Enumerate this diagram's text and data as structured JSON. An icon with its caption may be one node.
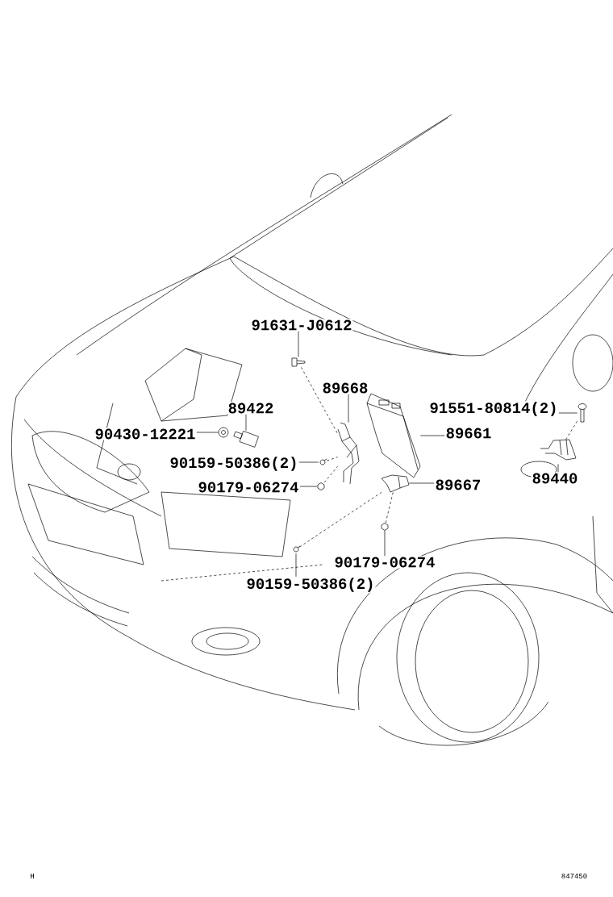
{
  "diagram": {
    "nodes": [
      {
        "text": [
          "91631-J0612"
        ]
      },
      {
        "text": [],
        "shape": "picture"
      },
      {
        "text": [
          "89668"
        ]
      },
      {
        "text": [],
        "shape": "picture"
      },
      {
        "text": [
          "89422"
        ]
      },
      {
        "text": [],
        "shape": "picture"
      },
      {
        "text": [
          "90430-12221"
        ]
      },
      {
        "text": [],
        "shape": "picture"
      },
      {
        "text": [
          "90159-50386(2)"
        ]
      },
      {
        "text": [],
        "shape": "picture"
      },
      {
        "text": [
          "90179-06274"
        ]
      },
      {
        "text": [],
        "shape": "picture"
      },
      {
        "text": [
          "91551-80814(2)"
        ]
      },
      {
        "text": [],
        "shape": "picture"
      },
      {
        "text": [
          "89661"
        ]
      },
      {
        "text": [],
        "shape": "picture"
      },
      {
        "text": [
          "89667"
        ]
      },
      {
        "text": [],
        "shape": "picture"
      },
      {
        "text": [
          "89440"
        ]
      },
      {
        "text": [],
        "shape": "picture"
      },
      {
        "text": [
          "90179-06274"
        ]
      },
      {
        "text": [],
        "shape": "picture"
      },
      {
        "text": [
          "90159-50386(2)"
        ]
      },
      {
        "text": [],
        "shape": "picture"
      }
    ],
    "edges": [
      {
        "from": 0,
        "to": 1,
        "arrow": "none"
      },
      {
        "from": 2,
        "to": 3,
        "arrow": "none"
      },
      {
        "from": 4,
        "to": 5,
        "arrow": "none"
      },
      {
        "from": 6,
        "to": 7,
        "arrow": "none"
      },
      {
        "from": 8,
        "to": 9,
        "arrow": "none"
      },
      {
        "from": 10,
        "to": 11,
        "arrow": "none"
      },
      {
        "from": 12,
        "to": 13,
        "arrow": "none"
      },
      {
        "from": 14,
        "to": 15,
        "arrow": "none"
      },
      {
        "from": 16,
        "to": 17,
        "arrow": "none"
      },
      {
        "from": 18,
        "to": 19,
        "arrow": "none"
      },
      {
        "from": 20,
        "to": 21,
        "arrow": "none"
      },
      {
        "from": 22,
        "to": 23,
        "arrow": "none"
      },
      {
        "from": 1,
        "to": 3,
        "arrow": "none",
        "style": "dashed"
      },
      {
        "from": 9,
        "to": 3,
        "arrow": "none",
        "style": "dashed"
      },
      {
        "from": 11,
        "to": 3,
        "arrow": "none",
        "style": "dashed"
      },
      {
        "from": 13,
        "to": 19,
        "arrow": "none",
        "style": "dashed"
      },
      {
        "from": 21,
        "to": 17,
        "arrow": "none",
        "style": "dashed"
      },
      {
        "from": 23,
        "to": 17,
        "arrow": "none",
        "style": "dashed"
      }
    ],
    "labels": [
      "H",
      "847450"
    ]
  }
}
